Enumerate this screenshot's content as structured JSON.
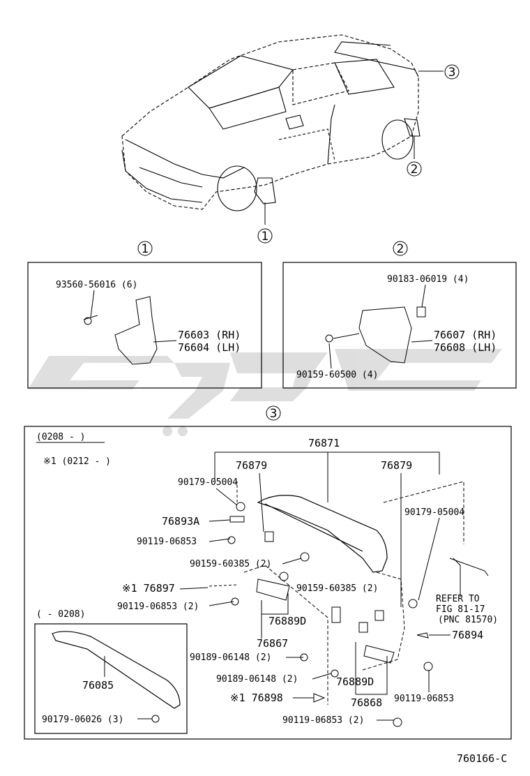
{
  "callouts": {
    "one": "1",
    "two": "2",
    "three": "3"
  },
  "panel1": {
    "bolt": "93560-56016 (6)",
    "rh": "76603 (RH)",
    "lh": "76604 (LH)"
  },
  "panel2": {
    "clip": "90183-06019 (4)",
    "rh": "76607 (RH)",
    "lh": "76608 (LH)",
    "screw": "90159-60500 (4)"
  },
  "panel3": {
    "date_range": "(0208 -      )",
    "note1": "※1 (0212 -      )",
    "spoiler": "76871",
    "bracket_l": "76879",
    "bracket_r": "76879",
    "nut_l": "90179-05004",
    "nut_r": "90179-05004",
    "pad_a": "76893A",
    "bolt_a": "90119-06853",
    "screw_a": "90159-60385 (2)",
    "screw_b": "90159-60385 (2)",
    "cover_1": "※1 76897",
    "bolt_b": "90119-06853 (2)",
    "refer": "REFER TO",
    "refer_fig": "FIG 81-17",
    "refer_pnc": "(PNC 81570)",
    "hinge_l": "76889D",
    "assy_l": "76867",
    "clip_a": "90189-06148 (2)",
    "clip_b": "90189-06148 (2)",
    "pad_b": "76894",
    "hinge_r": "76889D",
    "assy_r": "76868",
    "bolt_c": "90119-06853",
    "cover_2": "※1 76898",
    "bolt_d": "90119-06853 (2)"
  },
  "inset": {
    "date_range": "(      - 0208)",
    "spoiler": "76085",
    "nut": "90179-06026 (3)"
  },
  "footer": {
    "code": "760166-C"
  }
}
